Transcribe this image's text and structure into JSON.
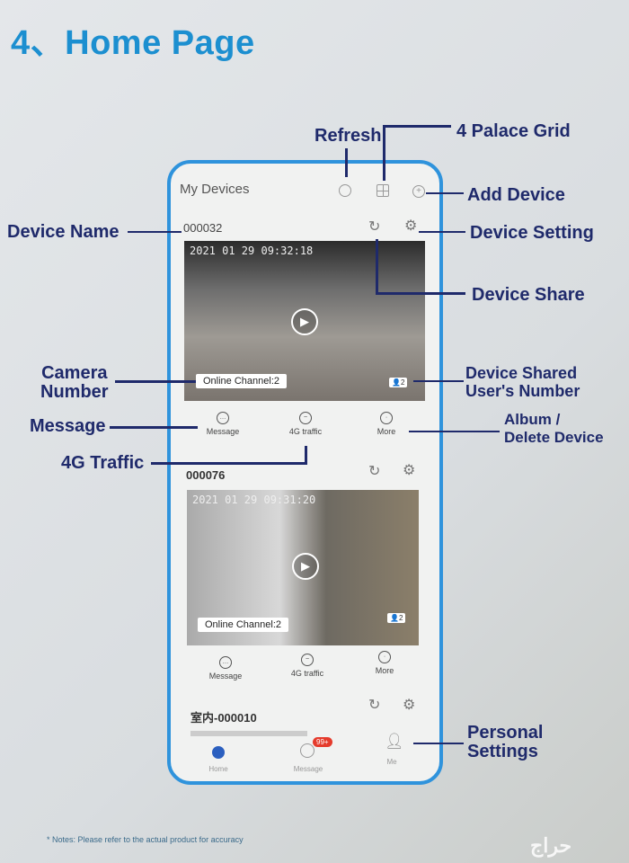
{
  "title": "4、Home Page",
  "app": {
    "header_title": "My Devices",
    "devices": [
      {
        "name": "000032",
        "timestamp": "2021 01 29 09:32:18",
        "channel": "Online Channel:2",
        "shared_users": "2",
        "actions": [
          "Message",
          "4G traffic",
          "More"
        ]
      },
      {
        "name": "000076",
        "timestamp": "2021 01 29 09:31:20",
        "channel": "Online Channel:2",
        "shared_users": "2",
        "actions": [
          "Message",
          "4G traffic",
          "More"
        ]
      },
      {
        "name": "室内-000010"
      }
    ],
    "nav": [
      {
        "label": "Home"
      },
      {
        "label": "Message",
        "badge": "99+"
      },
      {
        "label": "Me"
      }
    ]
  },
  "annotations": {
    "refresh": "Refresh",
    "grid": "4 Palace Grid",
    "add_device": "Add Device",
    "device_name": "Device Name",
    "device_setting": "Device Setting",
    "device_share": "Device Share",
    "camera_number_1": "Camera",
    "camera_number_2": "Number",
    "shared_1": "Device Shared",
    "shared_2": "User's Number",
    "message": "Message",
    "album_1": "Album /",
    "album_2": "Delete Device",
    "traffic": "4G Traffic",
    "personal_1": "Personal",
    "personal_2": "Settings"
  },
  "note": "* Notes:  Please refer to the actual product for accuracy",
  "watermark": "حراج",
  "colors": {
    "title": "#1c8fd0",
    "frame": "#2f93dc",
    "annotation": "#1f2a6b"
  }
}
